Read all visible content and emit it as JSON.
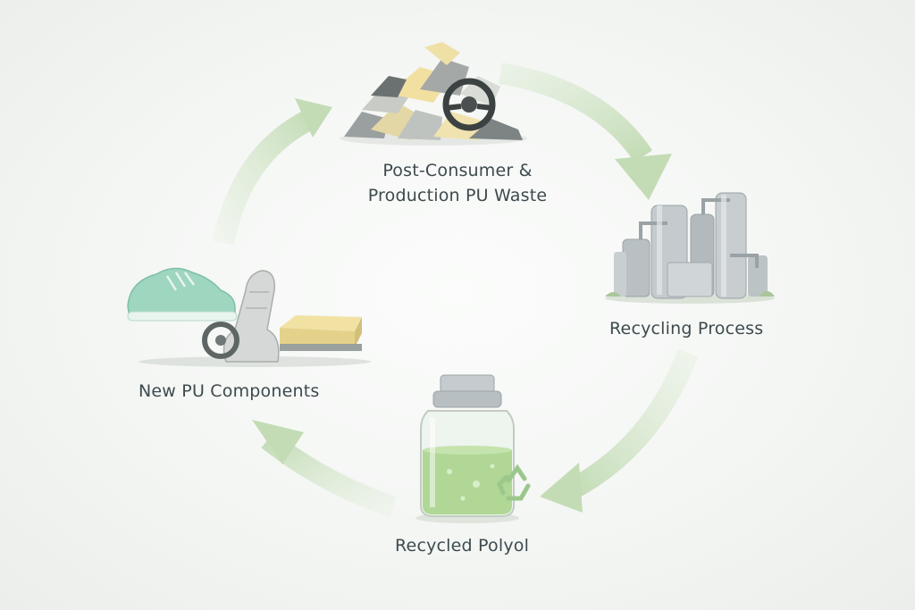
{
  "diagram": {
    "stages": {
      "waste": {
        "line1": "Post-Consumer &",
        "line2": "Production PU Waste",
        "icon": "pu-waste-pile-icon"
      },
      "recycling": {
        "label": "Recycling Process",
        "icon": "industrial-tanks-icon"
      },
      "polyol": {
        "label": "Recycled Polyol",
        "icon": "polyol-jar-icon"
      },
      "components": {
        "label": "New PU Components",
        "icon": "pu-products-icon"
      }
    },
    "colors": {
      "arrow": "#cfe3c4",
      "arrow_dark": "#b9d6aa",
      "text": "#3d4a4d",
      "liquid": "#a9d48c",
      "sneaker": "#9ed6c0",
      "metal": "#bfc6c9",
      "foam": "#e9d99a"
    }
  }
}
